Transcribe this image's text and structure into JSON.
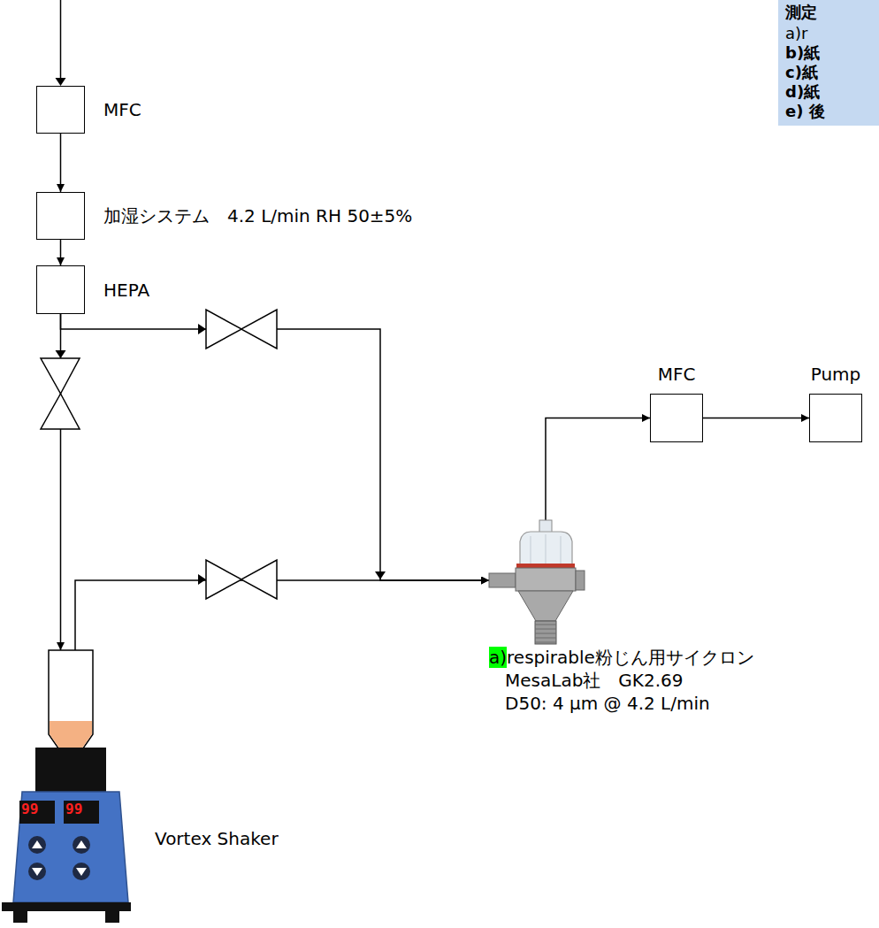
{
  "diagram": {
    "nodes": [
      {
        "text": [
          "MFC"
        ]
      },
      {
        "text": [
          "加湿システム　4.2 L/min RH 50±5%"
        ]
      },
      {
        "text": [
          "HEPA"
        ]
      },
      {
        "text": [
          "Vortex Shaker"
        ]
      },
      {
        "text": [
          "a)",
          "respirable粉じん用サイクロン",
          "MesaLab社　GK2.69",
          "D50: 4 µm @ 4.2 L/min"
        ]
      },
      {
        "text": [
          "MFC"
        ]
      },
      {
        "text": [
          "Pump"
        ]
      }
    ],
    "edges": [
      {
        "from": 0,
        "to": 1,
        "arrow": "to"
      },
      {
        "from": 1,
        "to": 2,
        "arrow": "to"
      },
      {
        "from": 2,
        "to": 3,
        "arrow": "to"
      },
      {
        "from": 2,
        "to": 4,
        "arrow": "to"
      },
      {
        "from": 3,
        "to": 4,
        "arrow": "to"
      },
      {
        "from": 4,
        "to": 5,
        "arrow": "to"
      },
      {
        "from": 5,
        "to": 6,
        "arrow": "to"
      }
    ],
    "labels": [
      "99",
      "99",
      "測定",
      "a)r",
      "b)紙",
      "c)紙",
      "d)紙",
      "e) 後"
    ]
  }
}
